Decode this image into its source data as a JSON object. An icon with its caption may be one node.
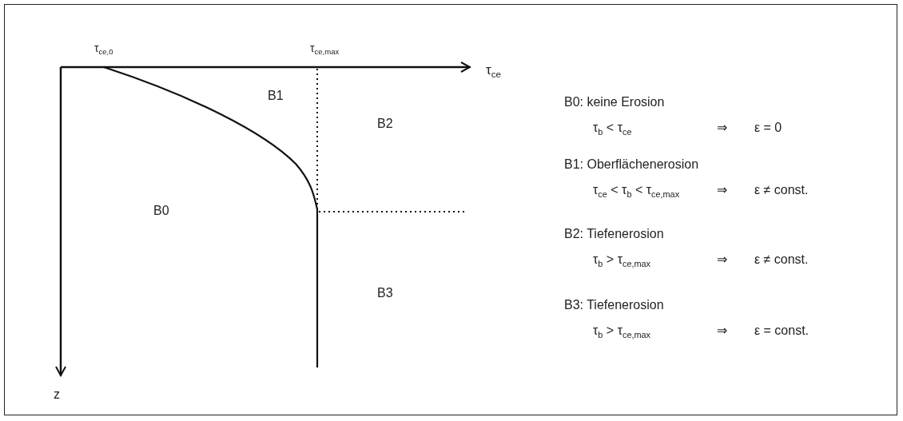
{
  "diagram": {
    "labels": [
      "τ$_{ce,0}$",
      "τ$_{ce,max}$",
      "τ$_{ce}$",
      "B1",
      "B2",
      "B0",
      "B3",
      "z",
      "B0: keine Erosion",
      "τ$_{b}$ < τ$_{ce}$",
      "⇒",
      "ε = 0",
      "B1: Oberflächenerosion",
      "τ$_{ce}$ < τ$_{b}$ < τ$_{ce,max}$",
      "⇒",
      "ε ≠ const.",
      "B2: Tiefenerosion",
      "τ$_{b}$ > τ$_{ce,max}$",
      "⇒",
      "ε ≠ const.",
      "B3: Tiefenerosion",
      "τ$_{b}$ > τ$_{ce,max}$",
      "⇒",
      "ε = const."
    ]
  }
}
